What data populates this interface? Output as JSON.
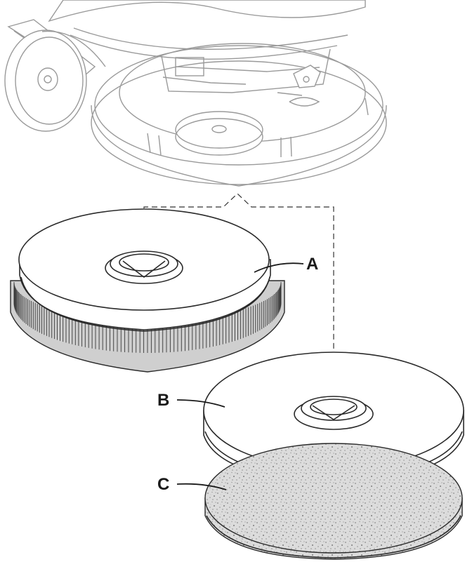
{
  "callouts": {
    "a": "A",
    "b": "B",
    "c": "C"
  },
  "parts": [
    {
      "id": "A",
      "icon": "brush-disc-icon"
    },
    {
      "id": "B",
      "icon": "pad-driver-icon"
    },
    {
      "id": "C",
      "icon": "abrasive-pad-icon"
    }
  ],
  "colors": {
    "ink": "#2a2a2a",
    "ghost": "#9a9a9a",
    "pad": "#d9d9d9"
  }
}
